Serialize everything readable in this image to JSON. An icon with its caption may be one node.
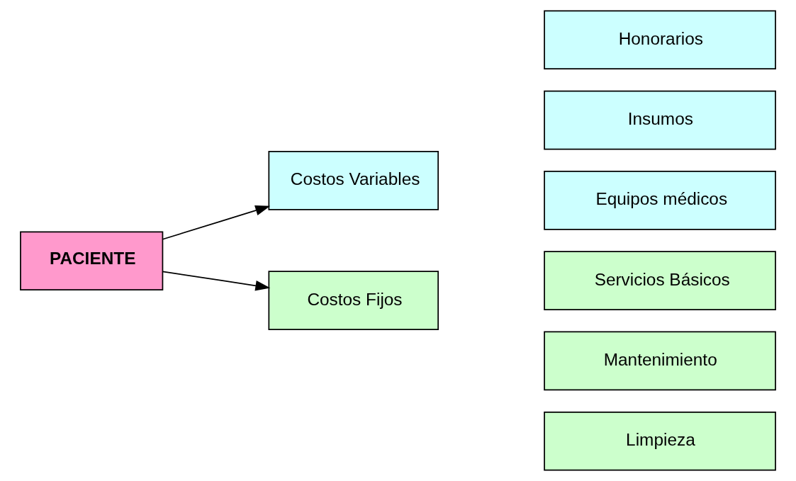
{
  "diagram": {
    "nodes": [
      {
        "text": [
          "PACIENTE"
        ]
      },
      {
        "text": [
          "Costos Variables"
        ]
      },
      {
        "text": [
          "Costos Fijos"
        ]
      },
      {
        "text": [
          "Honorarios"
        ]
      },
      {
        "text": [
          "Insumos"
        ]
      },
      {
        "text": [
          "Equipos médicos"
        ]
      },
      {
        "text": [
          "Servicios Básicos"
        ]
      },
      {
        "text": [
          "Mantenimiento"
        ]
      },
      {
        "text": [
          "Limpieza"
        ]
      }
    ],
    "edges": [
      {
        "from": 0,
        "to": 1,
        "arrow": "to"
      },
      {
        "from": 0,
        "to": 2,
        "arrow": "to"
      }
    ]
  }
}
